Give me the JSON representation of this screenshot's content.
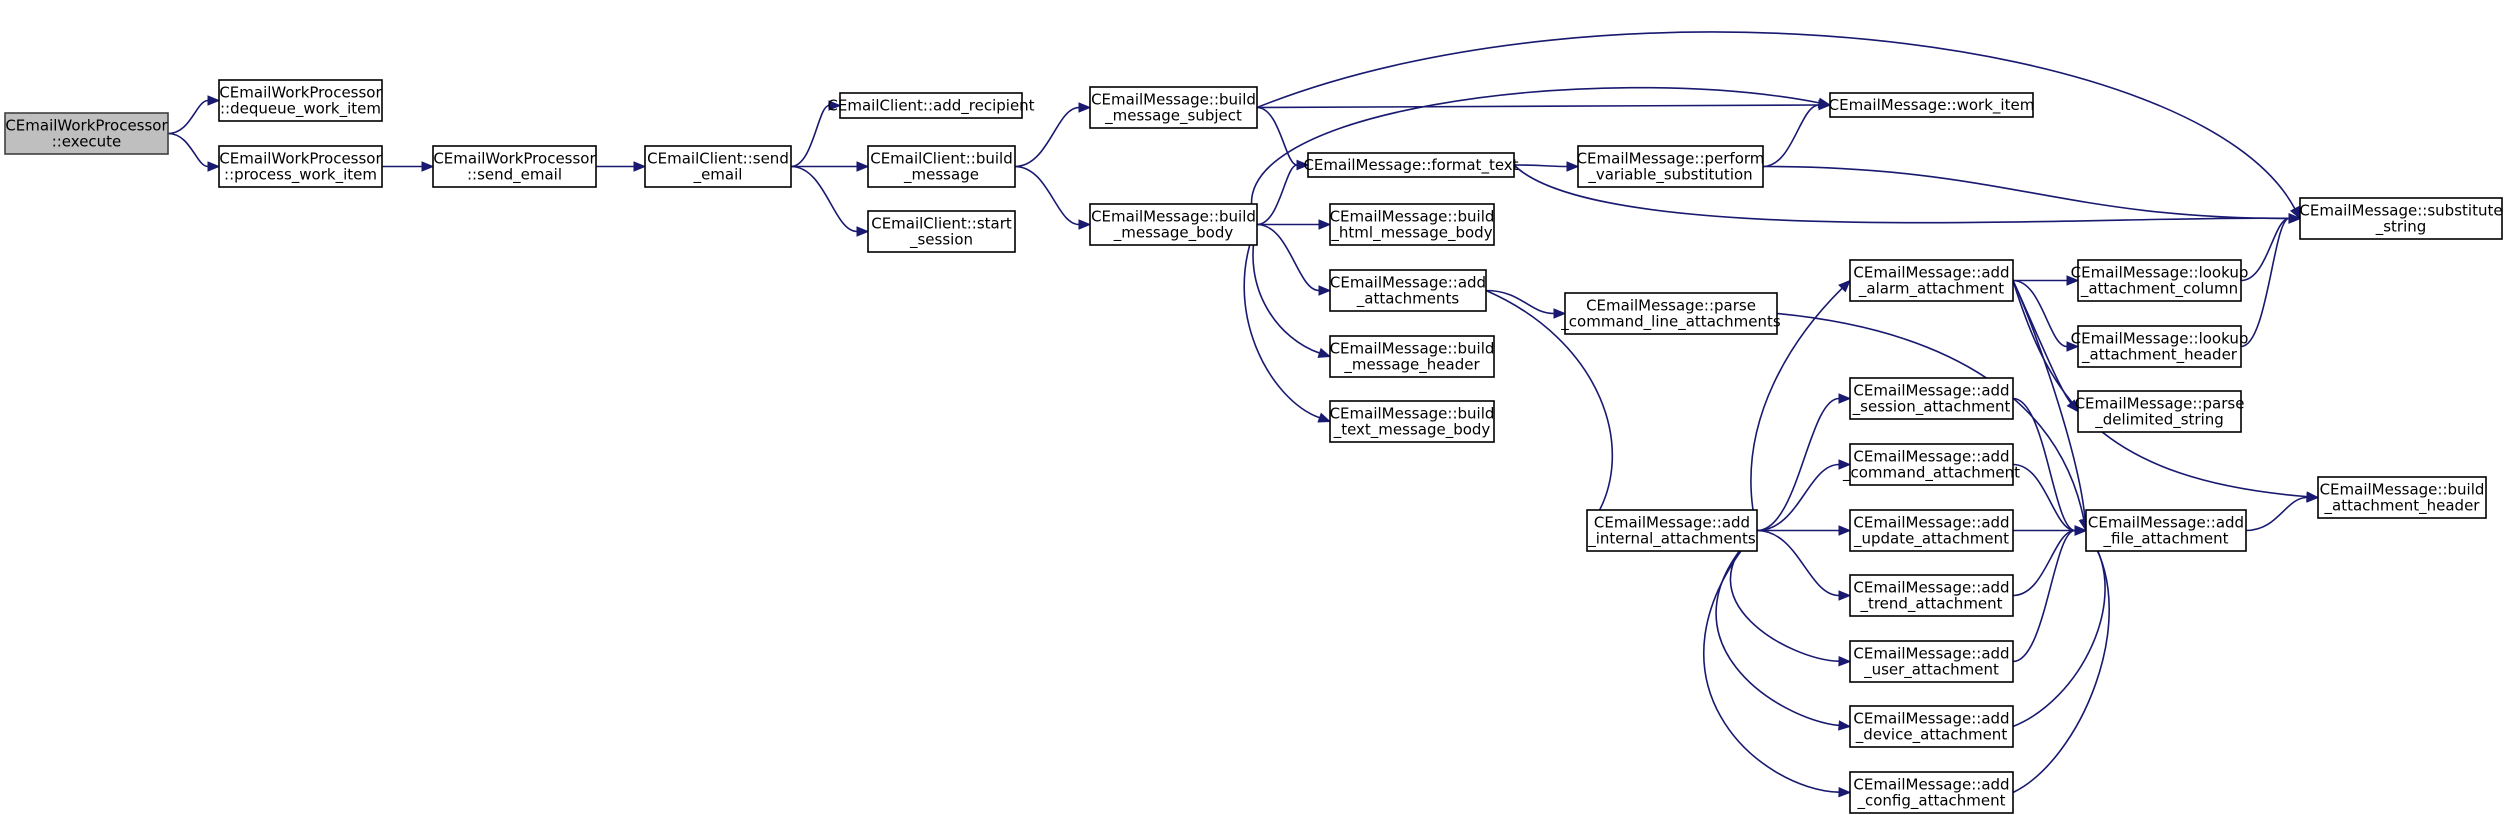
{
  "colors": {
    "edge": "#191970",
    "root_fill": "#bfbfbf",
    "node_fill": "#ffffff",
    "node_stroke": "#000000"
  },
  "nodes": [
    {
      "id": "execute",
      "lines": [
        "CEmailWorkProcessor",
        "::execute"
      ],
      "root": true
    },
    {
      "id": "dequeue",
      "lines": [
        "CEmailWorkProcessor",
        "::dequeue_work_item"
      ]
    },
    {
      "id": "process",
      "lines": [
        "CEmailWorkProcessor",
        "::process_work_item"
      ]
    },
    {
      "id": "sendemail",
      "lines": [
        "CEmailWorkProcessor",
        "::send_email"
      ]
    },
    {
      "id": "clientsend",
      "lines": [
        "CEmailClient::send",
        "_email"
      ]
    },
    {
      "id": "addrecip",
      "lines": [
        "CEmailClient::add_recipient"
      ]
    },
    {
      "id": "buildmsg",
      "lines": [
        "CEmailClient::build",
        "_message"
      ]
    },
    {
      "id": "startsess",
      "lines": [
        "CEmailClient::start",
        "_session"
      ]
    },
    {
      "id": "subject",
      "lines": [
        "CEmailMessage::build",
        "_message_subject"
      ]
    },
    {
      "id": "body",
      "lines": [
        "CEmailMessage::build",
        "_message_body"
      ]
    },
    {
      "id": "formattext",
      "lines": [
        "CEmailMessage::format_text"
      ]
    },
    {
      "id": "workitem",
      "lines": [
        "CEmailMessage::work_item"
      ]
    },
    {
      "id": "perform",
      "lines": [
        "CEmailMessage::perform",
        "_variable_substitution"
      ]
    },
    {
      "id": "substitute",
      "lines": [
        "CEmailMessage::substitute",
        "_string"
      ]
    },
    {
      "id": "htmlbody",
      "lines": [
        "CEmailMessage::build",
        "_html_message_body"
      ]
    },
    {
      "id": "addattach",
      "lines": [
        "CEmailMessage::add",
        "_attachments"
      ]
    },
    {
      "id": "msgheader",
      "lines": [
        "CEmailMessage::build",
        "_message_header"
      ]
    },
    {
      "id": "textbody",
      "lines": [
        "CEmailMessage::build",
        "_text_message_body"
      ]
    },
    {
      "id": "parsecmd",
      "lines": [
        "CEmailMessage::parse",
        "_command_line_attachments"
      ]
    },
    {
      "id": "internal",
      "lines": [
        "CEmailMessage::add",
        "_internal_attachments"
      ]
    },
    {
      "id": "alarm",
      "lines": [
        "CEmailMessage::add",
        "_alarm_attachment"
      ]
    },
    {
      "id": "session",
      "lines": [
        "CEmailMessage::add",
        "_session_attachment"
      ]
    },
    {
      "id": "command",
      "lines": [
        "CEmailMessage::add",
        "_command_attachment"
      ]
    },
    {
      "id": "update",
      "lines": [
        "CEmailMessage::add",
        "_update_attachment"
      ]
    },
    {
      "id": "trend",
      "lines": [
        "CEmailMessage::add",
        "_trend_attachment"
      ]
    },
    {
      "id": "user",
      "lines": [
        "CEmailMessage::add",
        "_user_attachment"
      ]
    },
    {
      "id": "device",
      "lines": [
        "CEmailMessage::add",
        "_device_attachment"
      ]
    },
    {
      "id": "config",
      "lines": [
        "CEmailMessage::add",
        "_config_attachment"
      ]
    },
    {
      "id": "lookupcol",
      "lines": [
        "CEmailMessage::lookup",
        "_attachment_column"
      ]
    },
    {
      "id": "lookuphdr",
      "lines": [
        "CEmailMessage::lookup",
        "_attachment_header"
      ]
    },
    {
      "id": "parsedelim",
      "lines": [
        "CEmailMessage::parse",
        "_delimited_string"
      ]
    },
    {
      "id": "addfile",
      "lines": [
        "CEmailMessage::add",
        "_file_attachment"
      ]
    },
    {
      "id": "buildhdr",
      "lines": [
        "CEmailMessage::build",
        "_attachment_header"
      ]
    }
  ],
  "edges": [
    [
      "execute",
      "dequeue"
    ],
    [
      "execute",
      "process"
    ],
    [
      "process",
      "sendemail"
    ],
    [
      "sendemail",
      "clientsend"
    ],
    [
      "clientsend",
      "addrecip"
    ],
    [
      "clientsend",
      "buildmsg"
    ],
    [
      "clientsend",
      "startsess"
    ],
    [
      "buildmsg",
      "subject"
    ],
    [
      "buildmsg",
      "body"
    ],
    [
      "subject",
      "workitem"
    ],
    [
      "subject",
      "formattext"
    ],
    [
      "subject",
      "substitute"
    ],
    [
      "body",
      "workitem"
    ],
    [
      "body",
      "formattext"
    ],
    [
      "body",
      "htmlbody"
    ],
    [
      "body",
      "addattach"
    ],
    [
      "body",
      "msgheader"
    ],
    [
      "body",
      "textbody"
    ],
    [
      "formattext",
      "perform"
    ],
    [
      "formattext",
      "substitute"
    ],
    [
      "perform",
      "workitem"
    ],
    [
      "perform",
      "substitute"
    ],
    [
      "addattach",
      "parsecmd"
    ],
    [
      "addattach",
      "internal"
    ],
    [
      "parsecmd",
      "addfile"
    ],
    [
      "internal",
      "alarm"
    ],
    [
      "internal",
      "session"
    ],
    [
      "internal",
      "command"
    ],
    [
      "internal",
      "update"
    ],
    [
      "internal",
      "trend"
    ],
    [
      "internal",
      "user"
    ],
    [
      "internal",
      "device"
    ],
    [
      "internal",
      "config"
    ],
    [
      "alarm",
      "lookupcol"
    ],
    [
      "alarm",
      "lookuphdr"
    ],
    [
      "alarm",
      "parsedelim"
    ],
    [
      "alarm",
      "addfile"
    ],
    [
      "alarm",
      "buildhdr"
    ],
    [
      "lookupcol",
      "substitute"
    ],
    [
      "lookuphdr",
      "substitute"
    ],
    [
      "session",
      "addfile"
    ],
    [
      "command",
      "addfile"
    ],
    [
      "update",
      "addfile"
    ],
    [
      "trend",
      "addfile"
    ],
    [
      "user",
      "addfile"
    ],
    [
      "device",
      "addfile"
    ],
    [
      "config",
      "addfile"
    ],
    [
      "addfile",
      "buildhdr"
    ]
  ]
}
